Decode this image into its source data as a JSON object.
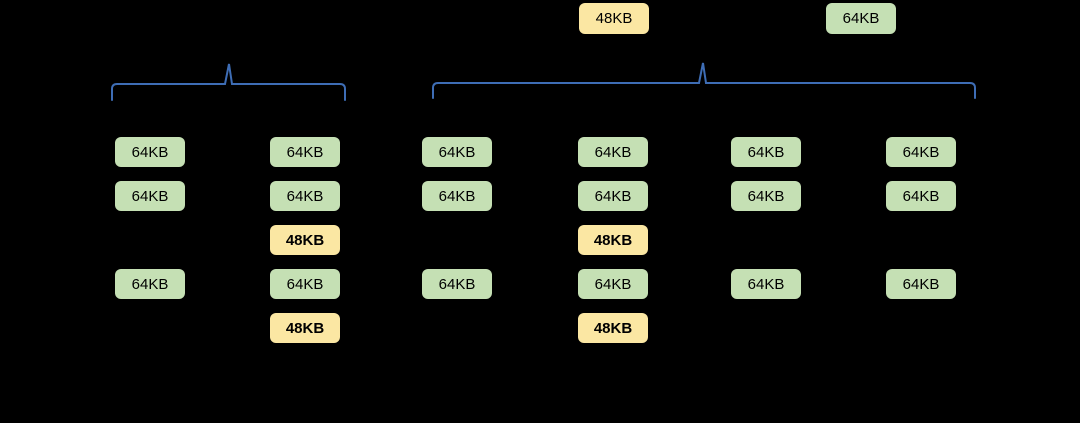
{
  "colors": {
    "background": "#000000",
    "text": "#000000",
    "green_fill": "#C5E0B4",
    "yellow_fill": "#FBE7A3",
    "bracket_blue": "#3E6DB5"
  },
  "legend": {
    "items": [
      {
        "label": "48KB",
        "kind": "yellow"
      },
      {
        "label": "64KB",
        "kind": "green"
      }
    ]
  },
  "groups": [
    {
      "name": "left-group",
      "columns": [
        {
          "cells": [
            {
              "row": 0,
              "label": "64KB",
              "kind": "green"
            },
            {
              "row": 1,
              "label": "64KB",
              "kind": "green"
            },
            {
              "row": 3,
              "label": "64KB",
              "kind": "green"
            }
          ]
        },
        {
          "cells": [
            {
              "row": 0,
              "label": "64KB",
              "kind": "green"
            },
            {
              "row": 1,
              "label": "64KB",
              "kind": "green"
            },
            {
              "row": 2,
              "label": "48KB",
              "kind": "yellow"
            },
            {
              "row": 3,
              "label": "64KB",
              "kind": "green"
            },
            {
              "row": 4,
              "label": "48KB",
              "kind": "yellow"
            }
          ]
        }
      ]
    },
    {
      "name": "right-group",
      "columns": [
        {
          "cells": [
            {
              "row": 0,
              "label": "64KB",
              "kind": "green"
            },
            {
              "row": 1,
              "label": "64KB",
              "kind": "green"
            },
            {
              "row": 3,
              "label": "64KB",
              "kind": "green"
            }
          ]
        },
        {
          "cells": [
            {
              "row": 0,
              "label": "64KB",
              "kind": "green"
            },
            {
              "row": 1,
              "label": "64KB",
              "kind": "green"
            },
            {
              "row": 2,
              "label": "48KB",
              "kind": "yellow"
            },
            {
              "row": 3,
              "label": "64KB",
              "kind": "green"
            },
            {
              "row": 4,
              "label": "48KB",
              "kind": "yellow"
            }
          ]
        },
        {
          "cells": [
            {
              "row": 0,
              "label": "64KB",
              "kind": "green"
            },
            {
              "row": 1,
              "label": "64KB",
              "kind": "green"
            },
            {
              "row": 3,
              "label": "64KB",
              "kind": "green"
            }
          ]
        },
        {
          "cells": [
            {
              "row": 0,
              "label": "64KB",
              "kind": "green"
            },
            {
              "row": 1,
              "label": "64KB",
              "kind": "green"
            },
            {
              "row": 3,
              "label": "64KB",
              "kind": "green"
            }
          ]
        }
      ]
    }
  ]
}
